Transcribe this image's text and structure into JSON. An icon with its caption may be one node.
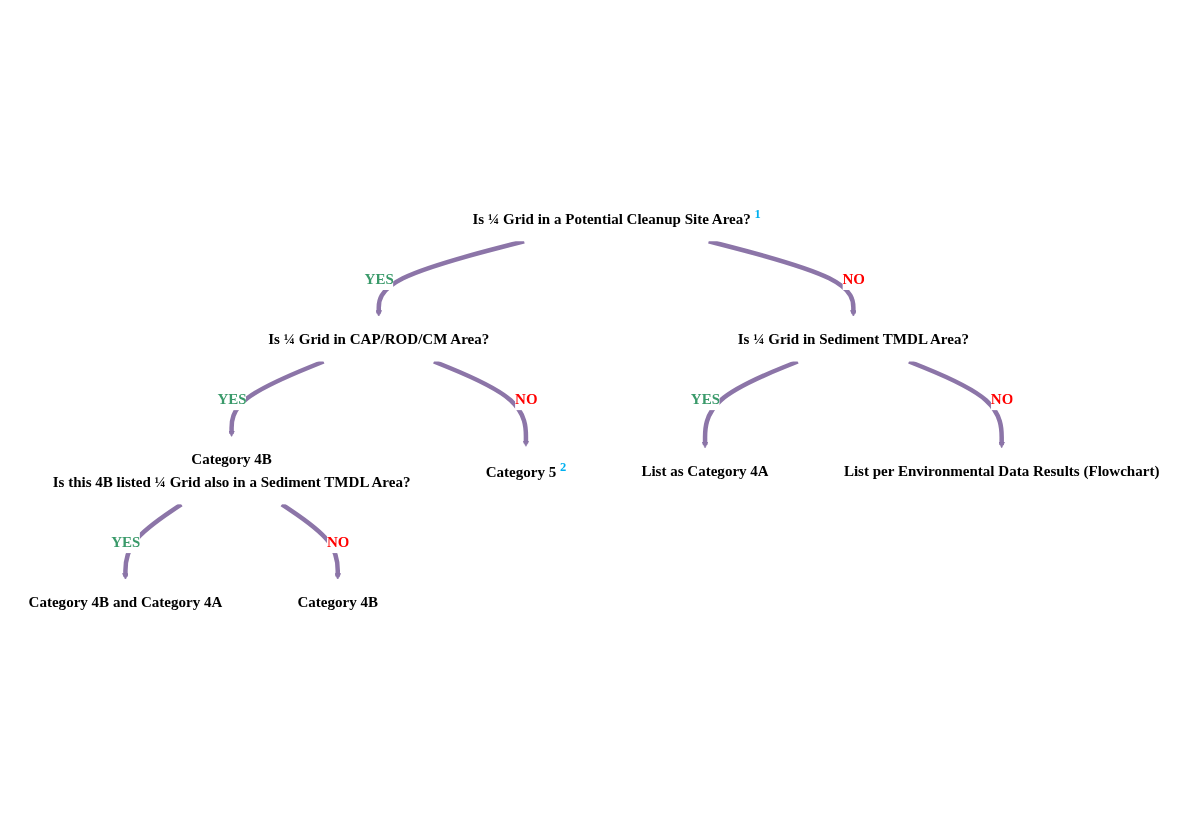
{
  "diagram": {
    "nodes": [
      {
        "text": [
          "Is ¼ Grid in a Potential Cleanup Site Area? $^{1}$"
        ]
      },
      {
        "text": [
          "Is ¼ Grid in CAP/ROD/CM Area?"
        ]
      },
      {
        "text": [
          "Is ¼ Grid in Sediment TMDL Area?"
        ]
      },
      {
        "text": [
          "Category 4B",
          "Is this 4B listed ¼ Grid also in a Sediment TMDL Area?"
        ]
      },
      {
        "text": [
          "Category 5 $^{2}$"
        ]
      },
      {
        "text": [
          "List as Category 4A"
        ]
      },
      {
        "text": [
          "List per Environmental Data Results (Flowchart)"
        ]
      },
      {
        "text": [
          "Category 4B and Category 4A"
        ]
      },
      {
        "text": [
          "Category 4B"
        ]
      }
    ],
    "edges": [
      {
        "from": 0,
        "to": 1,
        "arrow": "to",
        "label": "YES"
      },
      {
        "from": 0,
        "to": 2,
        "arrow": "to",
        "label": "NO"
      },
      {
        "from": 1,
        "to": 3,
        "arrow": "to",
        "label": "YES"
      },
      {
        "from": 1,
        "to": 4,
        "arrow": "to",
        "label": "NO"
      },
      {
        "from": 2,
        "to": 5,
        "arrow": "to",
        "label": "YES"
      },
      {
        "from": 2,
        "to": 6,
        "arrow": "to",
        "label": "NO"
      },
      {
        "from": 3,
        "to": 7,
        "arrow": "to",
        "label": "YES"
      },
      {
        "from": 3,
        "to": 8,
        "arrow": "to",
        "label": "NO"
      }
    ]
  }
}
